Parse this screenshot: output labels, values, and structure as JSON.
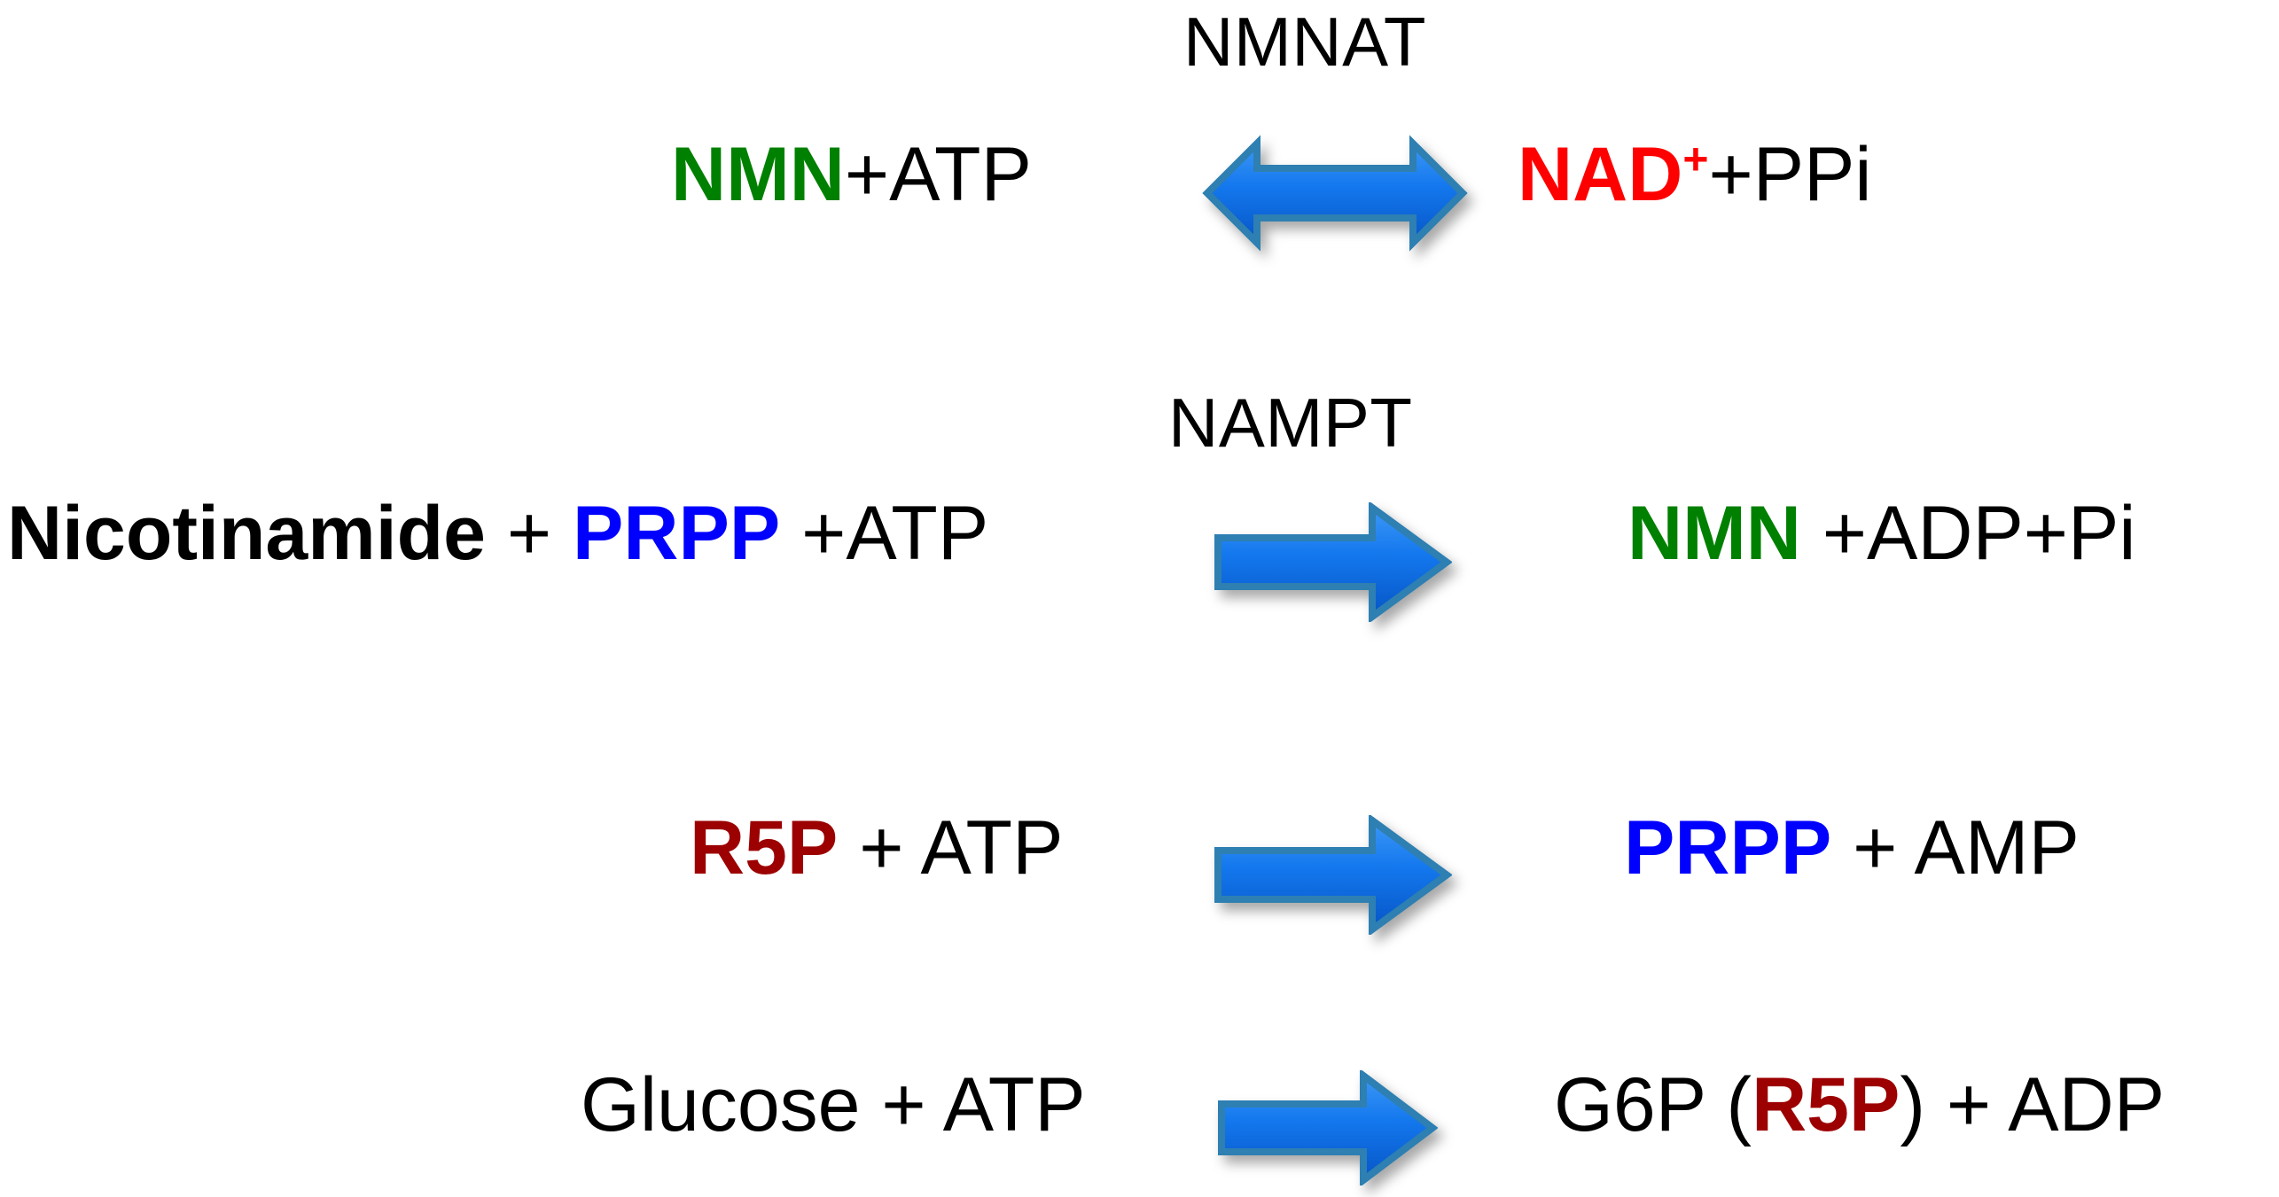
{
  "diagram": {
    "title": "NAD+ biosynthesis salvage pathway reactions",
    "background_color": "#FFFFFF",
    "colors": {
      "green": "#008000",
      "red": "#FF0000",
      "blue": "#0000FF",
      "maroon": "#9C0000",
      "black": "#000000",
      "arrow_fill_top": "#2B8CF0",
      "arrow_fill_bottom": "#0A5FD0",
      "arrow_stroke": "#2E7FB2"
    }
  },
  "reactions": [
    {
      "enzyme": "NMNAT",
      "arrow": "double-headed-arrow",
      "reversible": true,
      "left": [
        {
          "text": "NMN",
          "style": "green"
        },
        {
          "text": "+ATP",
          "style": "plain"
        }
      ],
      "right": [
        {
          "text": "NAD",
          "style": "red",
          "superscript": "+"
        },
        {
          "text": "+PPi",
          "style": "plain"
        }
      ]
    },
    {
      "enzyme": "NAMPT",
      "arrow": "right-arrow",
      "reversible": false,
      "left": [
        {
          "text": "Nicotinamide",
          "style": "bold"
        },
        {
          "text": " + ",
          "style": "plain"
        },
        {
          "text": "PRPP",
          "style": "blue"
        },
        {
          "text": " +ATP",
          "style": "plain"
        }
      ],
      "right": [
        {
          "text": "NMN",
          "style": "green"
        },
        {
          "text": " +ADP+Pi",
          "style": "plain"
        }
      ]
    },
    {
      "enzyme": "",
      "arrow": "right-arrow",
      "reversible": false,
      "left": [
        {
          "text": "R5P",
          "style": "maroon"
        },
        {
          "text": " + ATP",
          "style": "plain"
        }
      ],
      "right": [
        {
          "text": "PRPP",
          "style": "blue"
        },
        {
          "text": " + AMP",
          "style": "plain"
        }
      ]
    },
    {
      "enzyme": "",
      "arrow": "right-arrow",
      "reversible": false,
      "left": [
        {
          "text": "Glucose + ATP",
          "style": "plain"
        }
      ],
      "right": [
        {
          "text": "G6P (",
          "style": "plain"
        },
        {
          "text": "R5P",
          "style": "maroon"
        },
        {
          "text": ") + ADP",
          "style": "plain"
        }
      ]
    }
  ]
}
